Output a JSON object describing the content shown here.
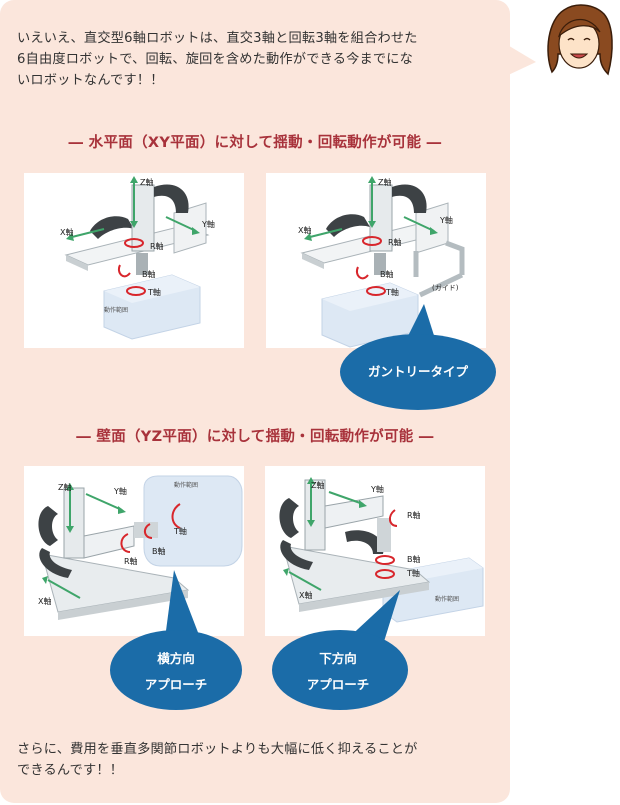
{
  "intro_lines": [
    "いえいえ、直交型6軸ロボットは、直交3軸と回転3軸を組合わせた",
    "6自由度ロボットで、回転、旋回を含めた動作ができる今までにな",
    "いロボットなんです！！"
  ],
  "heading_horizontal": "― 水平面（XY平面）に対して揺動・回転動作が可能 ―",
  "heading_wall": "― 壁面（YZ平面）に対して揺動・回転動作が可能 ―",
  "axis_labels": {
    "x": "X軸",
    "y": "Y軸",
    "z": "Z軸",
    "r": "R軸",
    "b": "B軸",
    "t": "T軸"
  },
  "work_area": "動作範囲",
  "guide": "(ガイド)",
  "callouts": {
    "gantry": "ガントリータイプ",
    "side_line1": "横方向",
    "side_line2": "アプローチ",
    "down_line1": "下方向",
    "down_line2": "アプローチ"
  },
  "outro_lines": [
    "さらに、費用を垂直多関節ロボットよりも大幅に低く抑えることが",
    "できるんです！！"
  ],
  "colors": {
    "bubble": "#fbe6dc",
    "heading": "#a8323b",
    "callout": "#1b6ca8",
    "arrow_green": "#3fa56a",
    "rotation_red": "#d8262c",
    "work_area_blue": "#dde8f4"
  }
}
